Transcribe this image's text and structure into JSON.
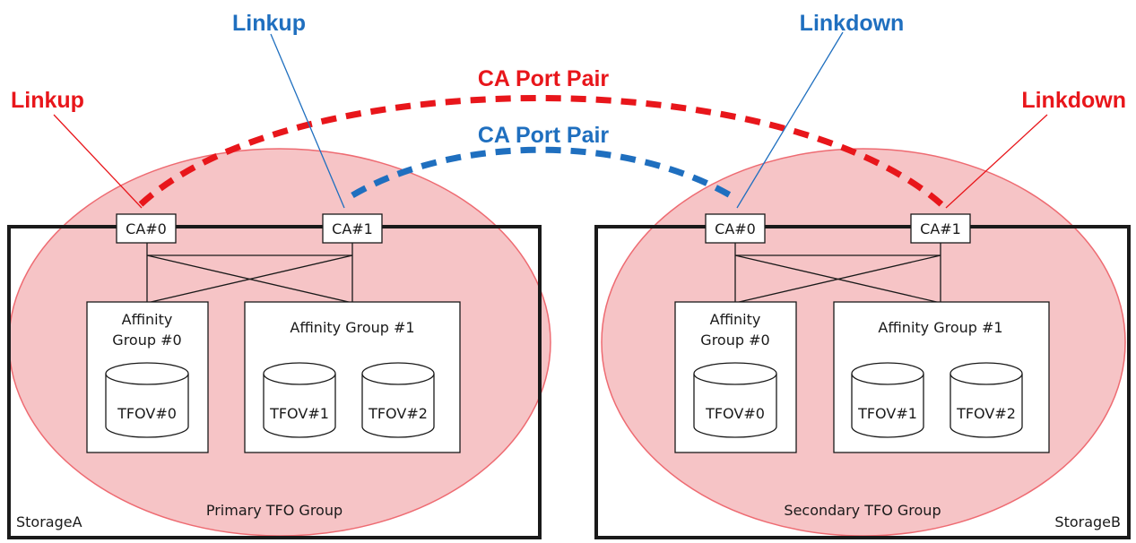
{
  "colors": {
    "red_link": "#e8161b",
    "blue_link": "#1f6fbf",
    "tfo_fill": "#f6c4c6",
    "tfo_stroke": "#ee6b72"
  },
  "labels": {
    "red_pair": "CA Port Pair",
    "blue_pair": "CA Port Pair",
    "red_linkup": "Linkup",
    "blue_linkup": "Linkup",
    "blue_linkdown": "Linkdown",
    "red_linkdown": "Linkdown"
  },
  "storage_a": {
    "name": "StorageA",
    "tfo_group": "Primary TFO Group",
    "ca0": "CA#0",
    "ca1": "CA#1",
    "ag0_line1": "Affinity",
    "ag0_line2": "Group #0",
    "ag1": "Affinity Group #1",
    "vol0": "TFOV#0",
    "vol1": "TFOV#1",
    "vol2": "TFOV#2"
  },
  "storage_b": {
    "name": "StorageB",
    "tfo_group": "Secondary TFO Group",
    "ca0": "CA#0",
    "ca1": "CA#1",
    "ag0_line1": "Affinity",
    "ag0_line2": "Group #0",
    "ag1": "Affinity Group #1",
    "vol0": "TFOV#0",
    "vol1": "TFOV#1",
    "vol2": "TFOV#2"
  }
}
